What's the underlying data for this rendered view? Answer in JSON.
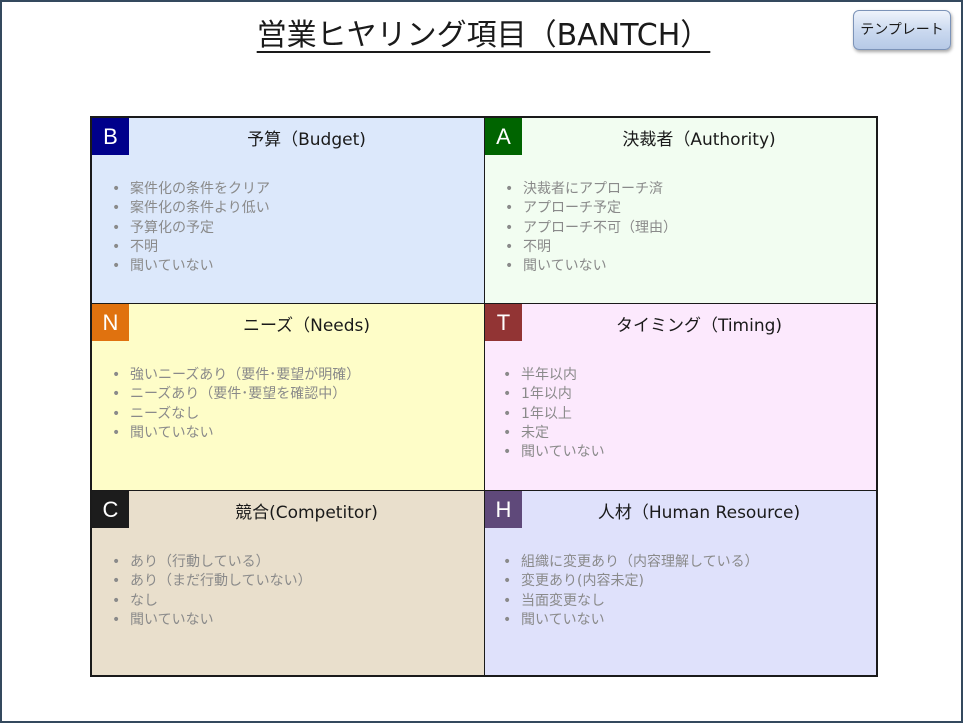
{
  "title": "営業ヒヤリング項目（BANTCH）",
  "template_button": "テンプレート",
  "cells": [
    {
      "letter": "B",
      "heading": "予算（Budget)",
      "badge_color": "#00008b",
      "bg_color": "#dce8fb",
      "items": [
        "案件化の条件をクリア",
        "案件化の条件より低い",
        "予算化の予定",
        "不明",
        "聞いていない"
      ]
    },
    {
      "letter": "A",
      "heading": "決裁者（Authority)",
      "badge_color": "#006400",
      "bg_color": "#f2fdf1",
      "items": [
        "決裁者にアプローチ済",
        "アプローチ予定",
        "アプローチ不可（理由）",
        "不明",
        "聞いていない"
      ]
    },
    {
      "letter": "N",
      "heading": "ニーズ（Needs)",
      "badge_color": "#e0720f",
      "bg_color": "#fefdc8",
      "items": [
        "強いニーズあり（要件･要望が明確）",
        "ニーズあり（要件･要望を確認中）",
        "ニーズなし",
        "聞いていない"
      ]
    },
    {
      "letter": "T",
      "heading": "タイミング（Timing)",
      "badge_color": "#923434",
      "bg_color": "#fce9fd",
      "items": [
        "半年以内",
        "1年以内",
        "1年以上",
        "未定",
        "聞いていない"
      ]
    },
    {
      "letter": "C",
      "heading": "競合(Competitor)",
      "badge_color": "#1c1c1c",
      "bg_color": "#e9dfcc",
      "items": [
        "あり（行動している）",
        "あり（まだ行動していない）",
        "なし",
        "聞いていない"
      ]
    },
    {
      "letter": "H",
      "heading": "人材（Human Resource)",
      "badge_color": "#5f497a",
      "bg_color": "#dfe1fb",
      "items": [
        "組織に変更あり（内容理解している）",
        "変更あり(内容未定)",
        "当面変更なし",
        "聞いていない"
      ]
    }
  ],
  "bullet": "•"
}
